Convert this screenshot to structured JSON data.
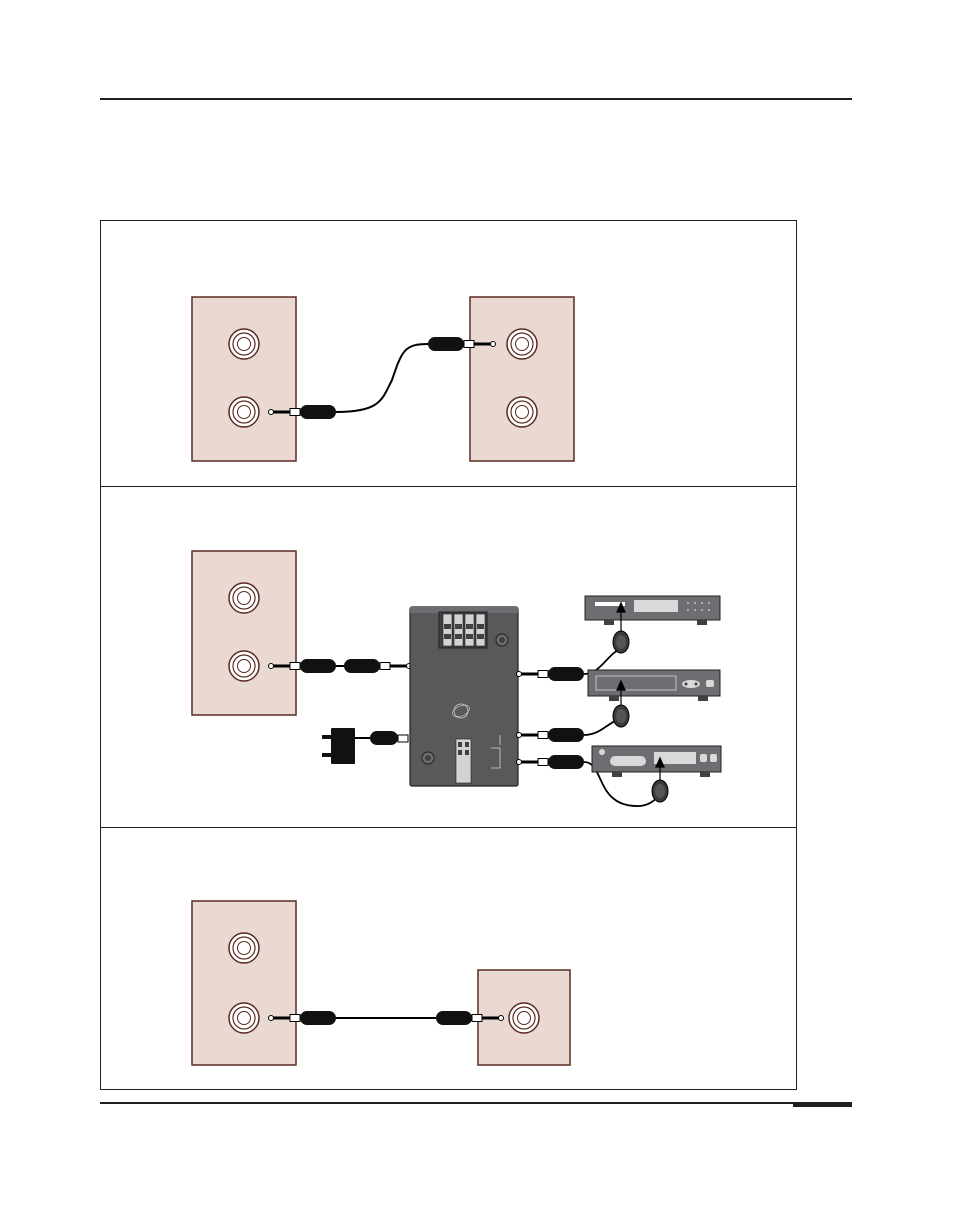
{
  "colors": {
    "wall_plate_fill": "#e9d9d2",
    "wall_plate_stroke": "#5a2a21",
    "jack_ring": "#5a2a21",
    "cable": "#000000",
    "hub_fill": "#58595b",
    "hub_dark": "#404041",
    "device_fill": "#6d6e71",
    "device_light": "#d9d9d9",
    "rule": "#231f20",
    "frame": "#231f20"
  },
  "sections": [
    {
      "id": "top",
      "items": [
        "wall-plate-left",
        "wall-plate-right",
        "stereo-cable"
      ]
    },
    {
      "id": "middle",
      "items": [
        "wall-plate-left",
        "hub",
        "power-adapter",
        "ir-devices",
        "emitters"
      ]
    },
    {
      "id": "bottom",
      "items": [
        "wall-plate-left",
        "single-jack-plate",
        "stereo-cable"
      ]
    }
  ],
  "icons": {
    "jack": "audio-jack-icon",
    "plug": "stereo-plug-icon",
    "emitter": "ir-emitter-icon",
    "adapter": "power-adapter-icon",
    "logo": "brand-logo-icon"
  }
}
